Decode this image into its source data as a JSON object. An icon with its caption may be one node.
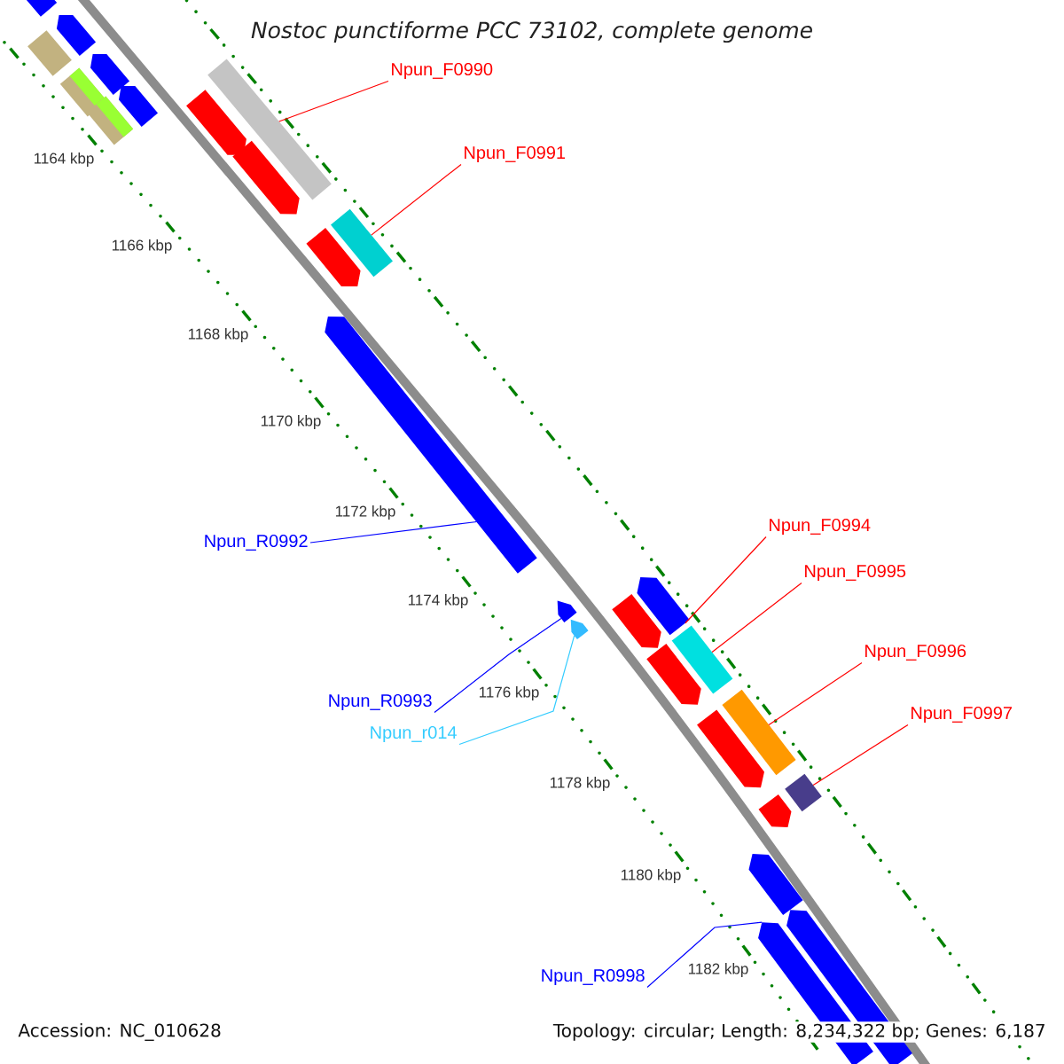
{
  "diagram": {
    "title": "Nostoc punctiforme PCC 73102, complete genome",
    "nodes": [
      {
        "text": [
          "Npun_F0990"
        ]
      },
      {
        "text": [
          "Npun_F0991"
        ]
      },
      {
        "text": [
          "Npun_R0992"
        ]
      },
      {
        "text": [
          "Npun_R0993"
        ]
      },
      {
        "text": [
          "Npun_r014"
        ]
      },
      {
        "text": [
          "Npun_F0994"
        ]
      },
      {
        "text": [
          "Npun_F0995"
        ]
      },
      {
        "text": [
          "Npun_F0996"
        ]
      },
      {
        "text": [
          "Npun_F0997"
        ]
      },
      {
        "text": [
          "Npun_R0998"
        ]
      },
      {
        "text": [],
        "shape": "box"
      },
      {
        "text": [],
        "shape": "box"
      },
      {
        "text": [],
        "shape": "arrow"
      },
      {
        "text": [],
        "shape": "triangle"
      },
      {
        "text": [],
        "shape": "triangle"
      },
      {
        "text": [],
        "shape": "arrow"
      },
      {
        "text": [],
        "shape": "box"
      },
      {
        "text": [],
        "shape": "box"
      },
      {
        "text": [],
        "shape": "box"
      },
      {
        "text": [],
        "shape": "arrow"
      },
      {
        "text": [],
        "shape": "arrow"
      },
      {
        "text": [],
        "shape": "arrow"
      },
      {
        "text": [],
        "shape": "box"
      },
      {
        "text": [],
        "shape": "arrow"
      },
      {
        "text": [],
        "shape": "box"
      },
      {
        "text": [],
        "shape": "arrow"
      },
      {
        "text": [],
        "shape": "box"
      },
      {
        "text": [],
        "shape": "arrow"
      },
      {
        "text": [],
        "shape": "arrow"
      },
      {
        "text": [],
        "shape": "arrow"
      },
      {
        "text": [],
        "shape": "arrow"
      },
      {
        "text": [],
        "shape": "arrow"
      },
      {
        "text": [],
        "shape": "arrow"
      },
      {
        "text": [],
        "shape": "arrow"
      },
      {
        "text": [],
        "shape": "arrow"
      },
      {
        "text": [],
        "shape": "arrow"
      }
    ],
    "edges": [
      {
        "from": 0,
        "to": 10,
        "arrow": "none"
      },
      {
        "from": 1,
        "to": 11,
        "arrow": "none"
      },
      {
        "from": 2,
        "to": 12,
        "arrow": "none",
        "color": "#0000ff"
      },
      {
        "from": 3,
        "to": 13,
        "arrow": "none",
        "color": "#0000ff"
      },
      {
        "from": 4,
        "to": 14,
        "arrow": "none",
        "color": "#33ccff"
      },
      {
        "from": 5,
        "to": 15,
        "arrow": "none"
      },
      {
        "from": 6,
        "to": 16,
        "arrow": "none"
      },
      {
        "from": 7,
        "to": 17,
        "arrow": "none"
      },
      {
        "from": 8,
        "to": 18,
        "arrow": "none"
      },
      {
        "from": 9,
        "to": 19,
        "arrow": "none",
        "color": "#0000ff"
      }
    ],
    "labels": [
      "1164 kbp",
      "1166 kbp",
      "1168 kbp",
      "1170 kbp",
      "1172 kbp",
      "1174 kbp",
      "1176 kbp",
      "1178 kbp",
      "1180 kbp",
      "1182 kbp",
      "Accession: NC_010628",
      "Topology: circular; Length: 8,234,322 bp; Genes: 6,187"
    ]
  }
}
